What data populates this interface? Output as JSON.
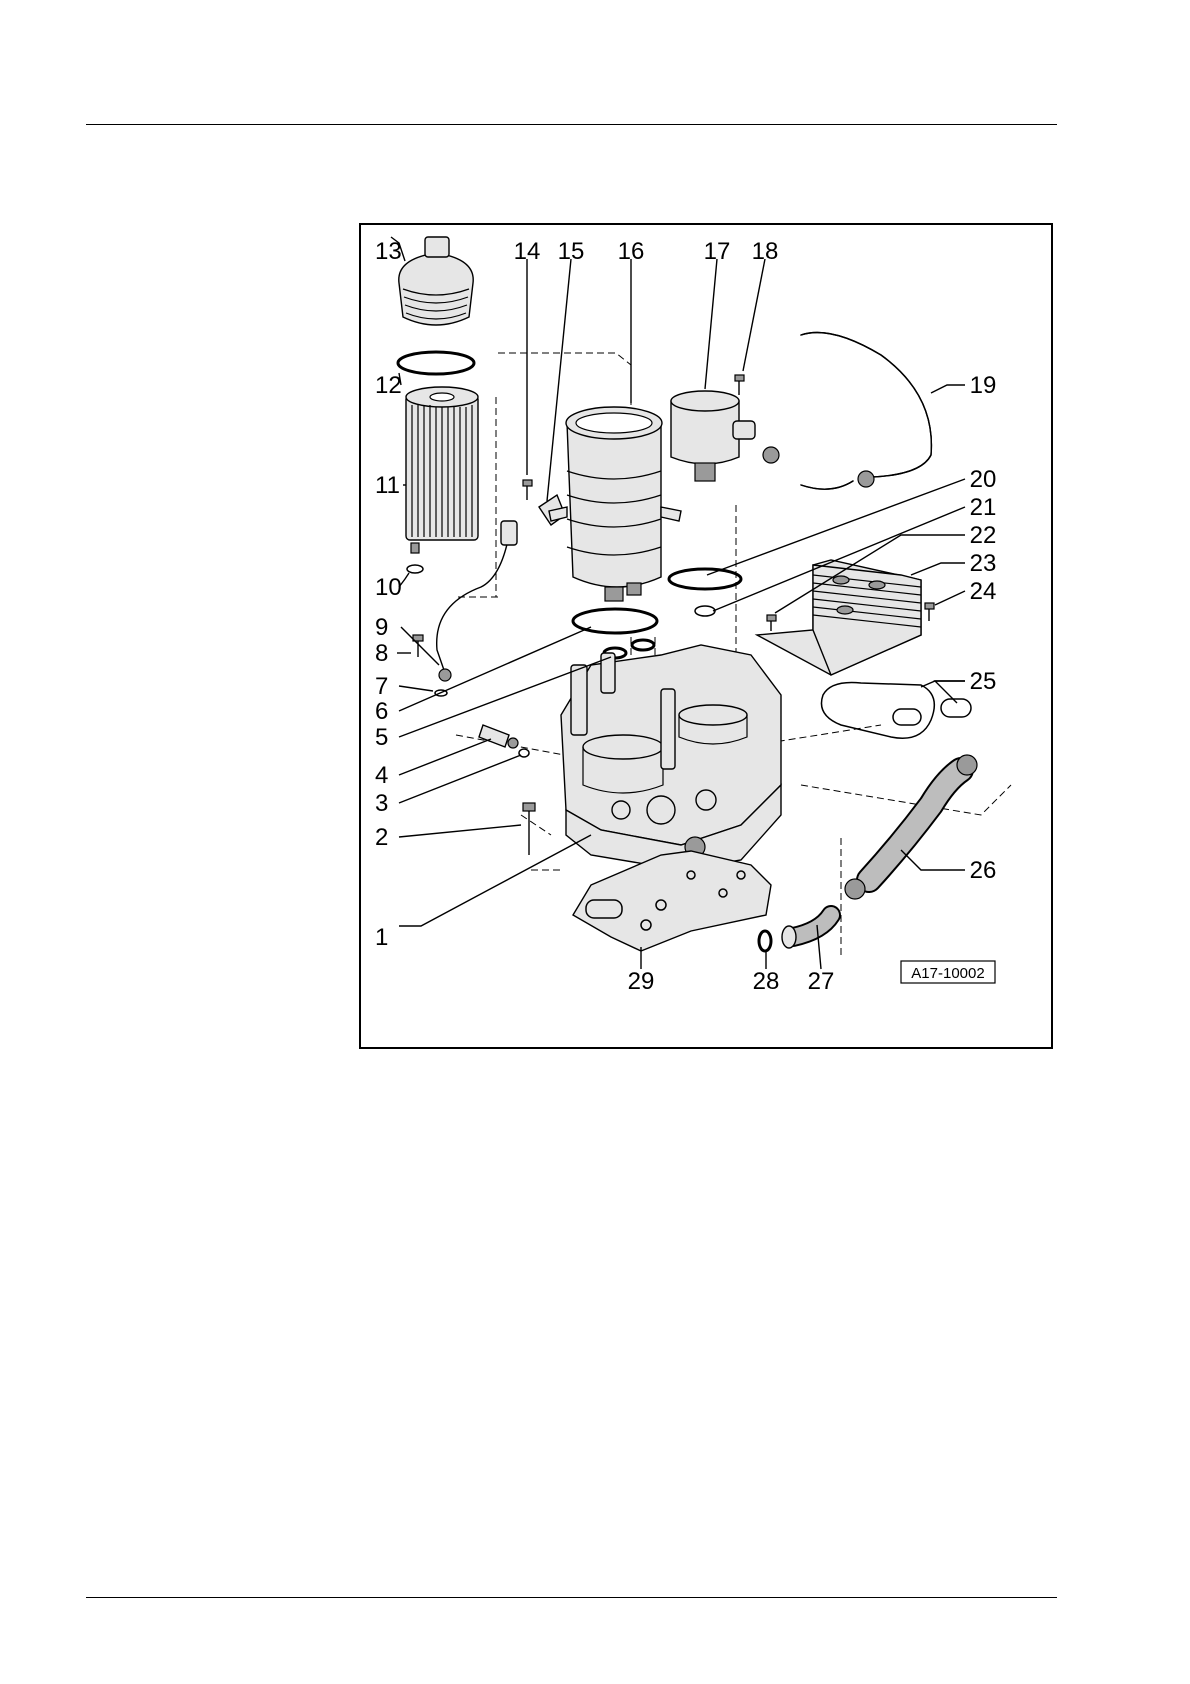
{
  "figure": {
    "reference_code": "A17-10002",
    "callouts": [
      "1",
      "2",
      "3",
      "4",
      "5",
      "6",
      "7",
      "8",
      "9",
      "10",
      "11",
      "12",
      "13",
      "14",
      "15",
      "16",
      "17",
      "18",
      "19",
      "20",
      "21",
      "22",
      "23",
      "24",
      "25",
      "26",
      "27",
      "28",
      "29"
    ]
  }
}
